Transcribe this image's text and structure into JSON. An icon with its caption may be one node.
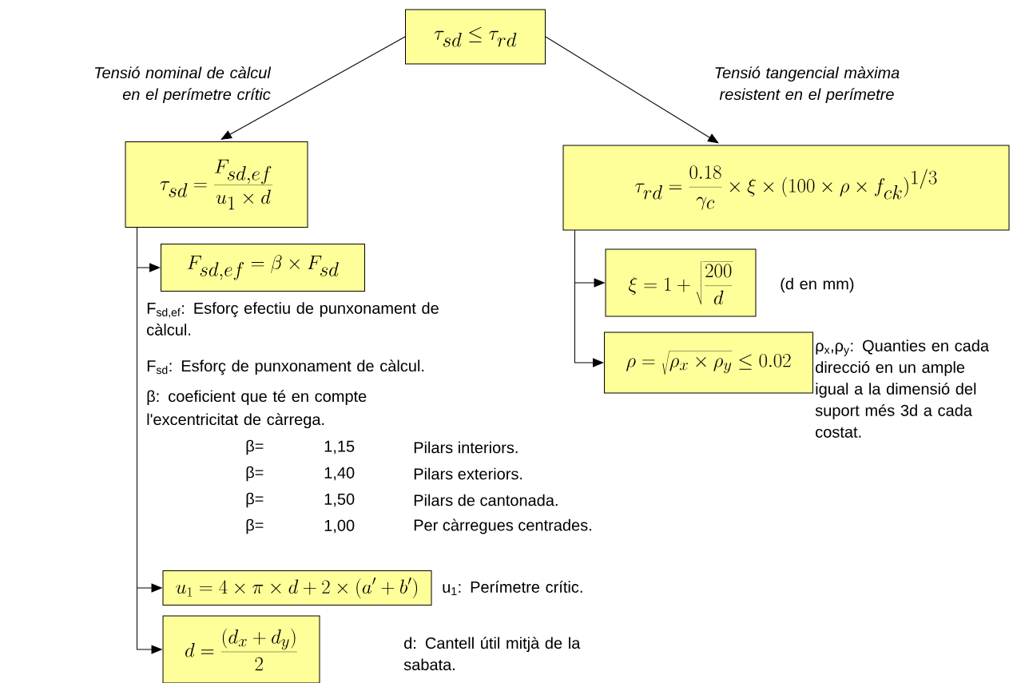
{
  "diagram": {
    "nodes": [
      {
        "text": [
          "\\tau_{sd} \\leq \\tau_{rd}"
        ]
      },
      {
        "text": [
          "\\tau_{sd} = \\frac{F_{sd,ef}}{u_1 \\times d}"
        ]
      },
      {
        "text": [
          "\\tau_{rd} = \\frac{0.18}{\\gamma_c} \\times \\xi \\times (100 \\times \\rho \\times f_{ck})^{1/3}"
        ]
      },
      {
        "text": [
          "F_{sd,ef} = \\beta \\times F_{sd}"
        ]
      },
      {
        "text": [
          "u_1 = 4 \\times \\pi \\times d + 2 \\times (a' + b')"
        ],
        "beside": [
          "u$_{1}$: Perímetre crític."
        ]
      },
      {
        "text": [
          "d = \\frac{(d_x + d_y)}{2}"
        ]
      },
      {
        "text": [
          "\\xi = 1 + \\sqrt{\\frac{200}{d}}"
        ],
        "beside": [
          "(d en mm)"
        ]
      },
      {
        "text": [
          "\\rho = \\sqrt{\\rho_x \\times \\rho_y} \\leq 0.02"
        ],
        "beside": [
          "ρ$_{x}$,ρ$_{y}$: Quanties en cada direcció en un ample igual a la dimensió del suport més 3d a cada costat."
        ]
      }
    ],
    "edges": [
      {
        "from": 0,
        "to": 1,
        "arrow": "to",
        "label": "Tensió nominal de càlcul en el perímetre crític"
      },
      {
        "from": 0,
        "to": 2,
        "arrow": "to",
        "label": "Tensió tangencial màxima resistent en el perímetre"
      },
      {
        "from": 1,
        "to": 3,
        "arrow": "to"
      },
      {
        "from": 1,
        "to": 4,
        "arrow": "to"
      },
      {
        "from": 1,
        "to": 5,
        "arrow": "to"
      },
      {
        "from": 2,
        "to": 6,
        "arrow": "to"
      },
      {
        "from": 2,
        "to": 7,
        "arrow": "to"
      }
    ],
    "labels": [
      "F$_{sd,ef}$: Esforç efectiu de punxonament de càlcul.",
      "F$_{sd}$: Esforç de punxonament de càlcul.",
      "β: coeficient que té en compte l'excentricitat de càrrega.",
      "β=",
      "1,15",
      "Pilars interiors.",
      "β=",
      "1,40",
      "Pilars exteriors.",
      "β=",
      "1,50",
      "Pilars de cantonada.",
      "β=",
      "1,00",
      "Per càrregues centrades.",
      "d: Cantell útil mitjà de la sabata."
    ]
  }
}
